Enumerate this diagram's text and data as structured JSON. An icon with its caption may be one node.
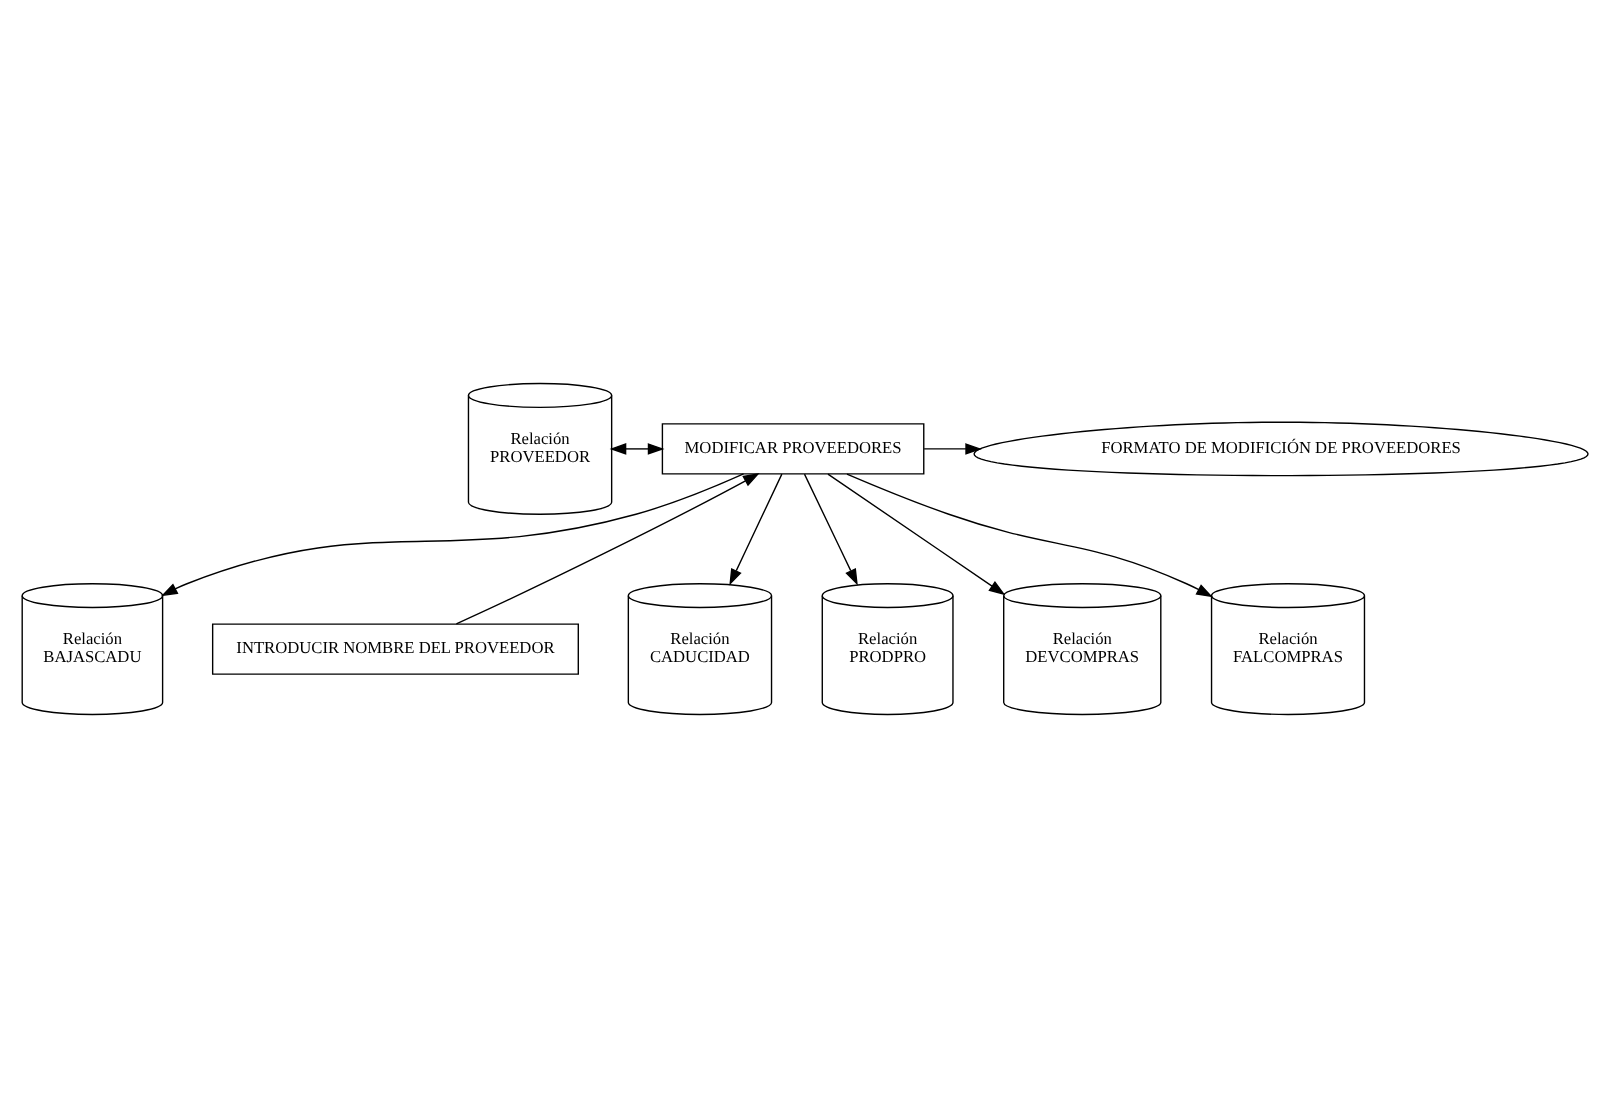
{
  "diagram": {
    "nodes": [
      {
        "text": [
          "Relación",
          "PROVEEDOR"
        ]
      },
      {
        "text": [
          "MODIFICAR PROVEEDORES"
        ]
      },
      {
        "text": [
          "FORMATO DE MODIFICIÓN DE PROVEEDORES"
        ]
      },
      {
        "text": [
          "Relación",
          "BAJASCADU"
        ]
      },
      {
        "text": [
          "INTRODUCIR NOMBRE DEL PROVEEDOR"
        ]
      },
      {
        "text": [
          "Relación",
          "CADUCIDAD"
        ]
      },
      {
        "text": [
          "Relación",
          "PRODPRO"
        ]
      },
      {
        "text": [
          "Relación",
          "DEVCOMPRAS"
        ]
      },
      {
        "text": [
          "Relación",
          "FALCOMPRAS"
        ]
      }
    ],
    "edges": [
      {
        "from": 0,
        "to": 1,
        "arrow": "both"
      },
      {
        "from": 1,
        "to": 2,
        "arrow": "to"
      },
      {
        "from": 4,
        "to": 1,
        "arrow": "to"
      },
      {
        "from": 1,
        "to": 3,
        "arrow": "to"
      },
      {
        "from": 1,
        "to": 5,
        "arrow": "to"
      },
      {
        "from": 1,
        "to": 6,
        "arrow": "to"
      },
      {
        "from": 1,
        "to": 7,
        "arrow": "to"
      },
      {
        "from": 1,
        "to": 8,
        "arrow": "to"
      }
    ]
  }
}
